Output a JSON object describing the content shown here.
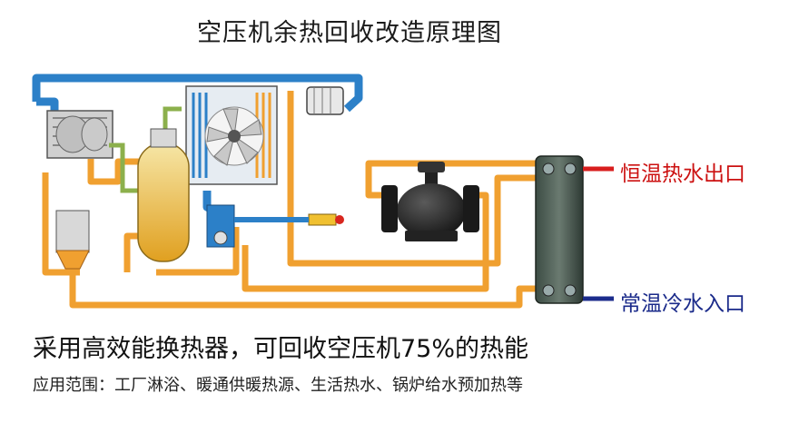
{
  "title": "空压机余热回收改造原理图",
  "outlets": {
    "hot_label": "恒温热水出口",
    "cold_label": "常温冷水入口",
    "hot_color": "#d81e1e",
    "cold_color": "#1c2c8c"
  },
  "pipe_colors": {
    "oil": "#f0a030",
    "air": "#2c80c8",
    "separator_fill": "#f0c850"
  },
  "headline": "采用高效能换热器，可回收空压机75%的热能",
  "usage": "应用范围：工厂淋浴、暖通供暖热源、生活热水、锅炉给水预加热等"
}
